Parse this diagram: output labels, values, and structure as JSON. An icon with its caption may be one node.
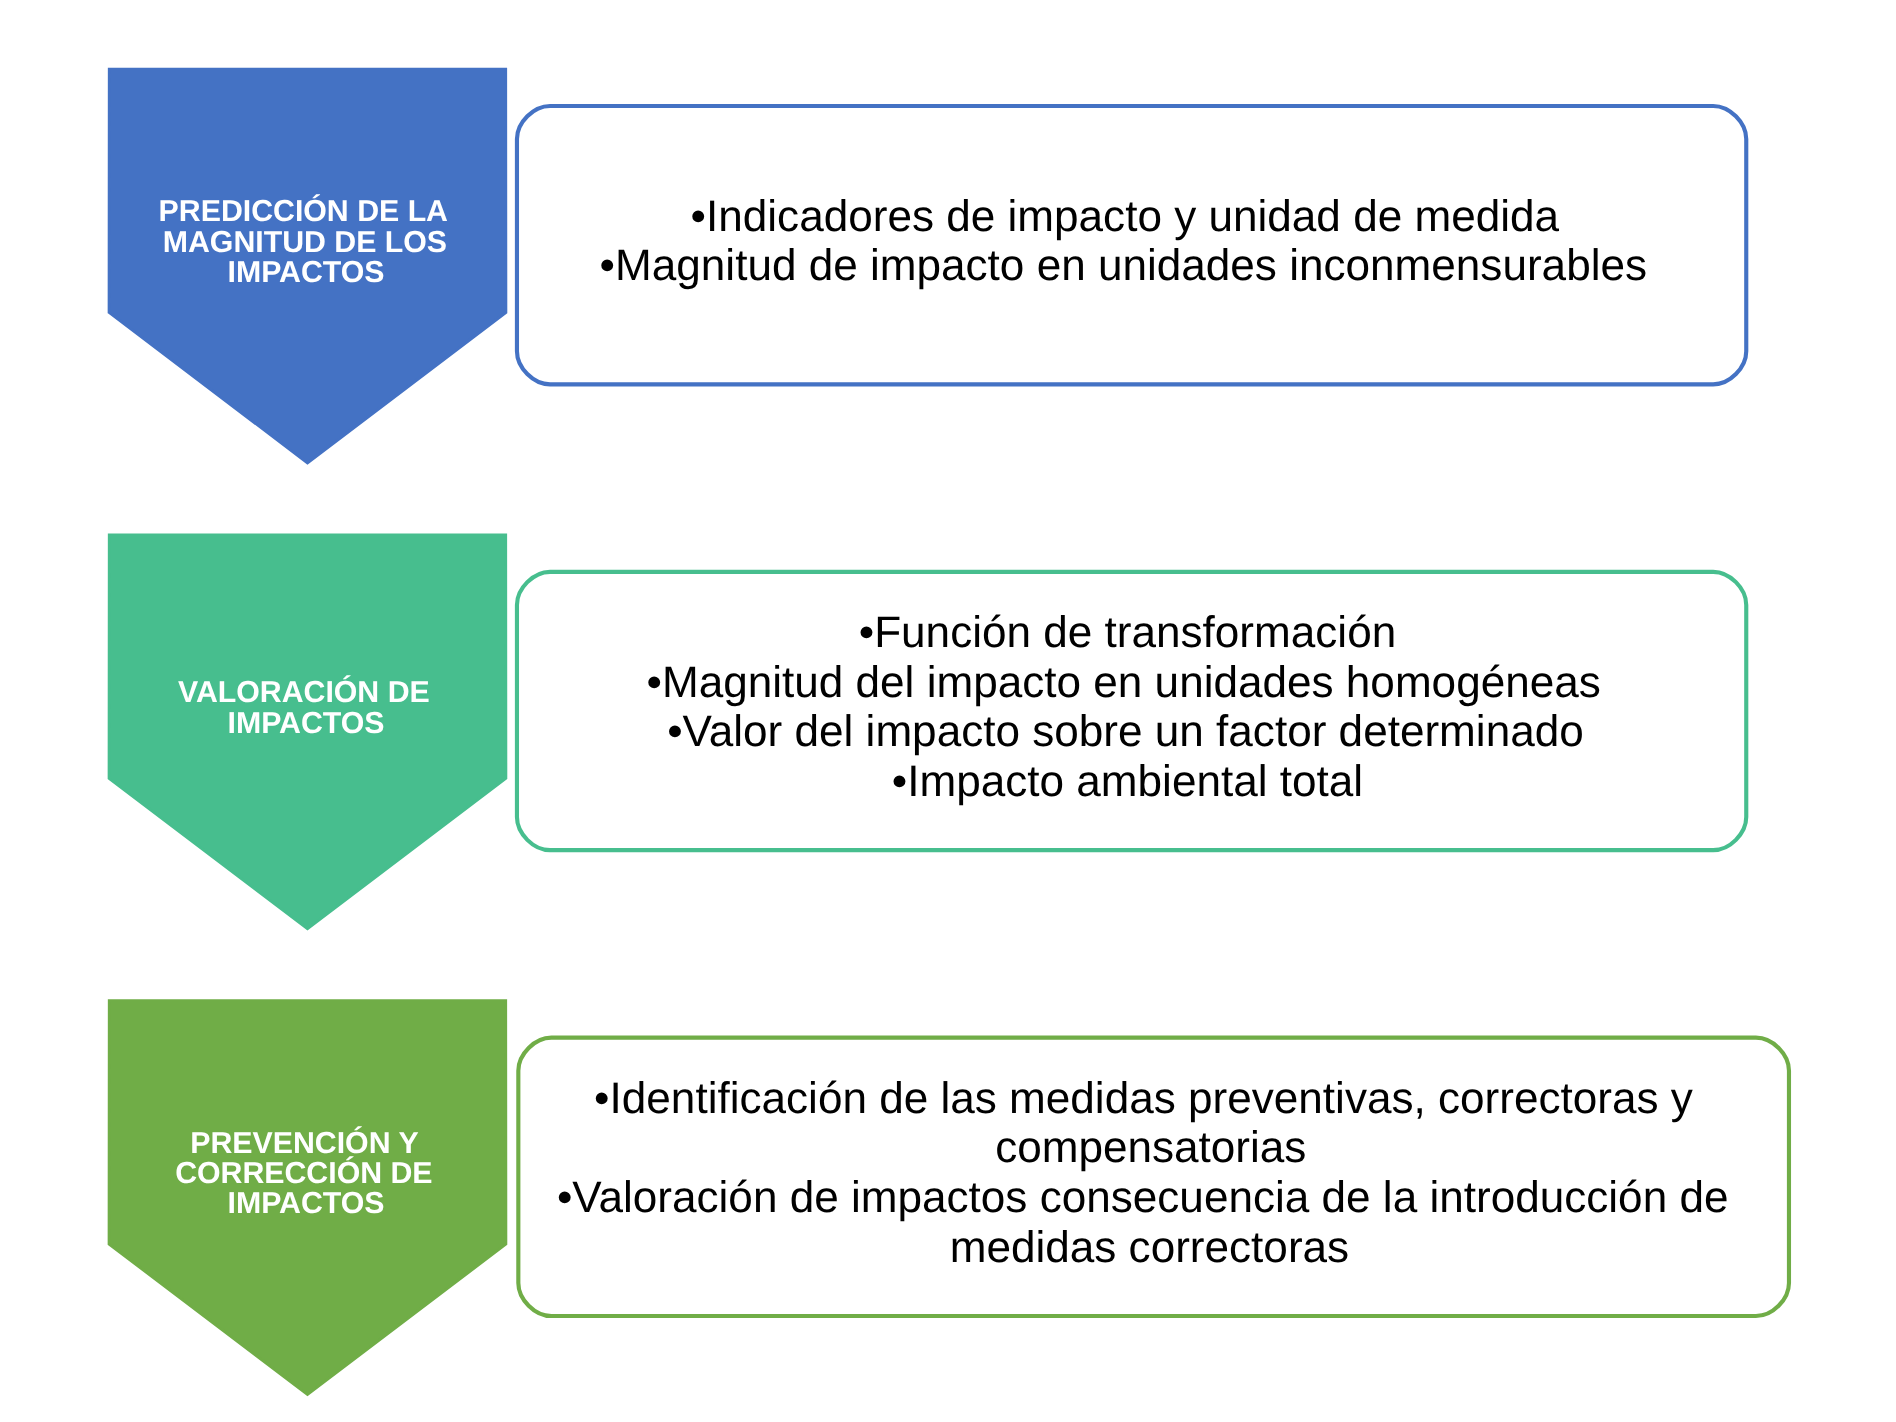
{
  "diagram": {
    "nodes": [
      {
        "text": [
          "PREDICCIÓN DE LA MAGNITUD DE LOS IMPACTOS"
        ]
      },
      {
        "text": [
          "•Indicadores de impacto y unidad de medida",
          "•Magnitud de impacto en unidades inconmensurables"
        ]
      },
      {
        "text": [
          "VALORACIÓN DE IMPACTOS"
        ]
      },
      {
        "text": [
          "•Función de transformación",
          "•Magnitud del impacto en unidades homogéneas",
          "•Valor del impacto sobre un factor determinado",
          "•Impacto ambiental total"
        ]
      },
      {
        "text": [
          "PREVENCIÓN Y CORRECCIÓN DE IMPACTOS"
        ]
      },
      {
        "text": [
          "•Identificación de las medidas preventivas, correctoras y compensatorias",
          "•Valoración de impactos consecuencia de la introducción de medidas correctoras"
        ]
      }
    ]
  }
}
